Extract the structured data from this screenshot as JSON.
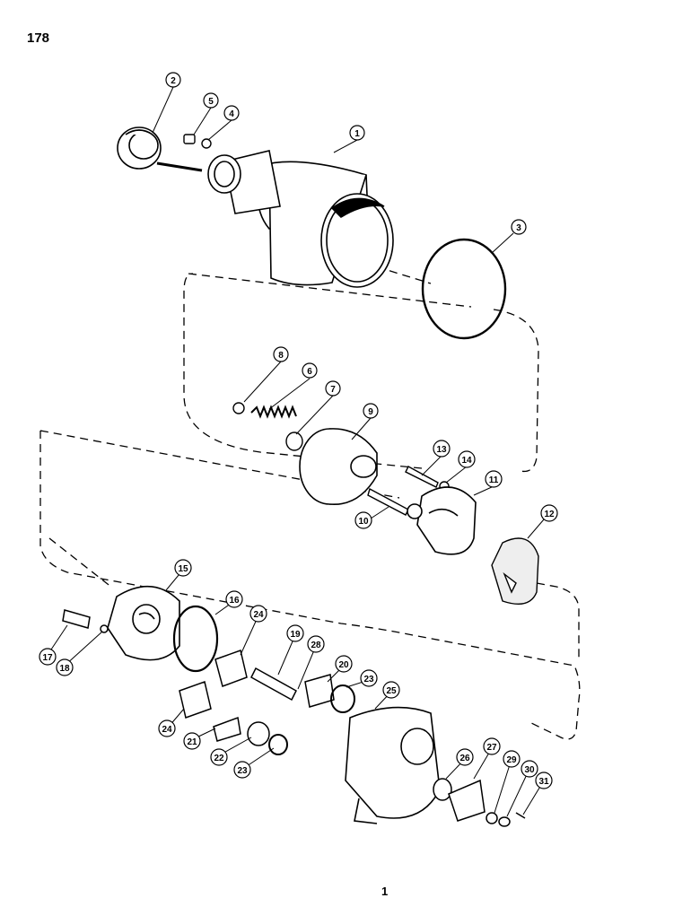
{
  "page": {
    "number": "178",
    "footer": "1"
  },
  "parts": [
    {
      "ref": "1"
    },
    {
      "ref": "2"
    },
    {
      "ref": "3"
    },
    {
      "ref": "4"
    },
    {
      "ref": "5"
    },
    {
      "ref": "6"
    },
    {
      "ref": "7"
    },
    {
      "ref": "8"
    },
    {
      "ref": "9"
    },
    {
      "ref": "10"
    },
    {
      "ref": "11"
    },
    {
      "ref": "12"
    },
    {
      "ref": "13"
    },
    {
      "ref": "14"
    },
    {
      "ref": "15"
    },
    {
      "ref": "16"
    },
    {
      "ref": "17"
    },
    {
      "ref": "18"
    },
    {
      "ref": "19"
    },
    {
      "ref": "20"
    },
    {
      "ref": "21"
    },
    {
      "ref": "22"
    },
    {
      "ref": "23"
    },
    {
      "ref": "23"
    },
    {
      "ref": "24"
    },
    {
      "ref": "24"
    },
    {
      "ref": "25"
    },
    {
      "ref": "26"
    },
    {
      "ref": "27"
    },
    {
      "ref": "28"
    },
    {
      "ref": "29"
    },
    {
      "ref": "30"
    },
    {
      "ref": "31"
    }
  ]
}
